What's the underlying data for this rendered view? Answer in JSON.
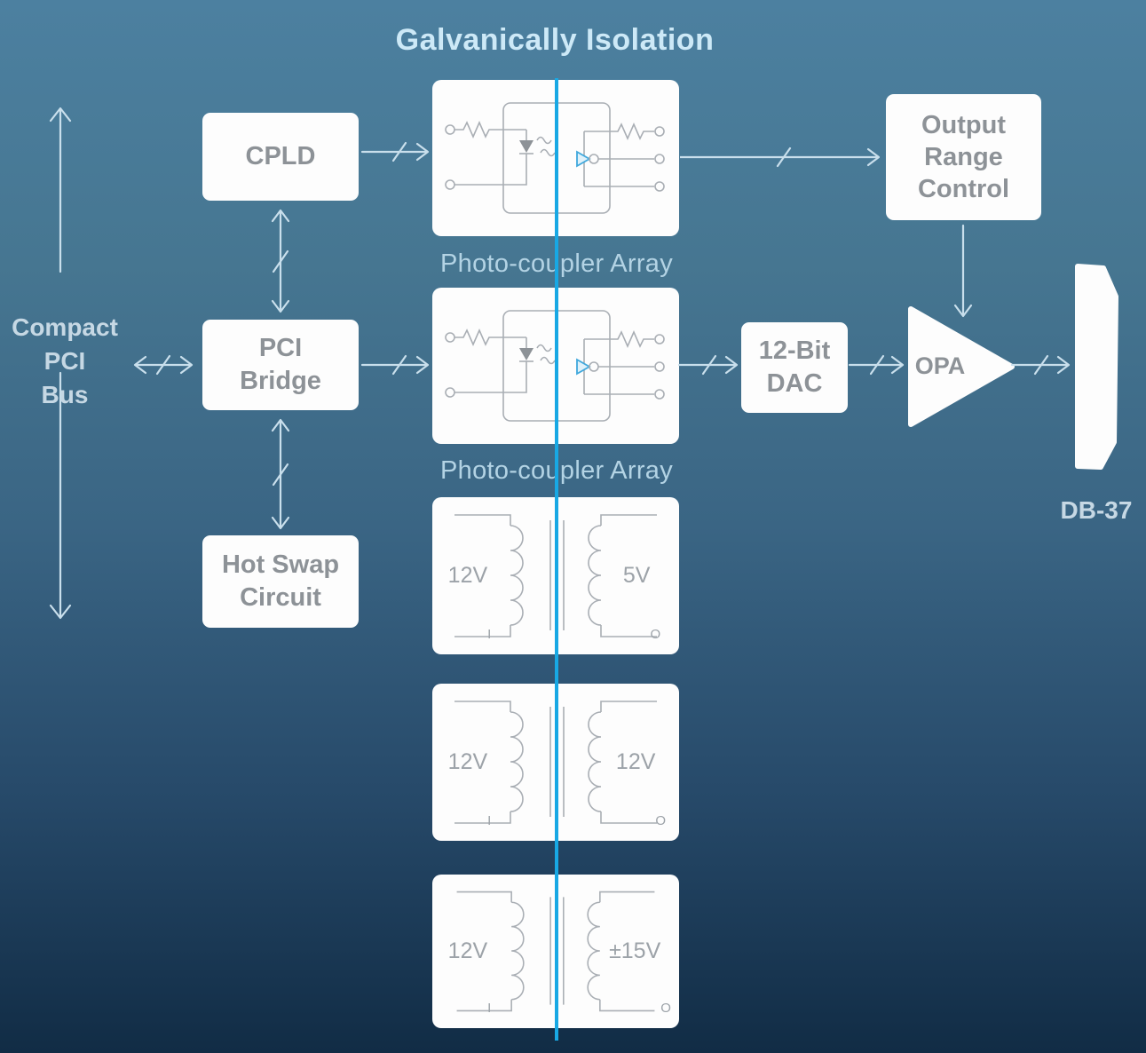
{
  "title": "Galvanically Isolation",
  "left_bus": {
    "line1": "Compact",
    "line2": "PCI",
    "line3": "Bus"
  },
  "blocks": {
    "cpld": {
      "label": "CPLD"
    },
    "pci_bridge": {
      "line1": "PCI",
      "line2": "Bridge"
    },
    "hot_swap": {
      "line1": "Hot Swap",
      "line2": "Circuit"
    },
    "output_range_control": {
      "line1": "Output",
      "line2": "Range",
      "line3": "Control"
    },
    "dac": {
      "line1": "12-Bit",
      "line2": "DAC"
    },
    "opa": {
      "label": "OPA"
    },
    "db37": {
      "label": "DB-37"
    }
  },
  "photo_coupler_labels": {
    "top": "Photo-coupler Array",
    "bottom": "Photo-coupler Array"
  },
  "transformers": [
    {
      "primary": "12V",
      "primary_sub": "I",
      "secondary": "5V",
      "secondary_sub": "O"
    },
    {
      "primary": "12V",
      "primary_sub": "I",
      "secondary": "12V",
      "secondary_sub": "O"
    },
    {
      "primary": "12V",
      "primary_sub": "I",
      "secondary": "±15V",
      "secondary_sub": "O"
    }
  ],
  "colors": {
    "background_top": "#4c80a0",
    "background_bottom": "#112c45",
    "box_fill": "#fdfdfd",
    "box_text": "#8d9297",
    "title_text": "#cde9f7",
    "array_label_text": "#b3d3e4",
    "bus_text": "#c6d8e4",
    "arrow": "#c9dfec",
    "isolation_line": "#18a8e4",
    "schematic_line": "#a9aeb4",
    "phototransistor_accent": "#3fa8dc"
  }
}
